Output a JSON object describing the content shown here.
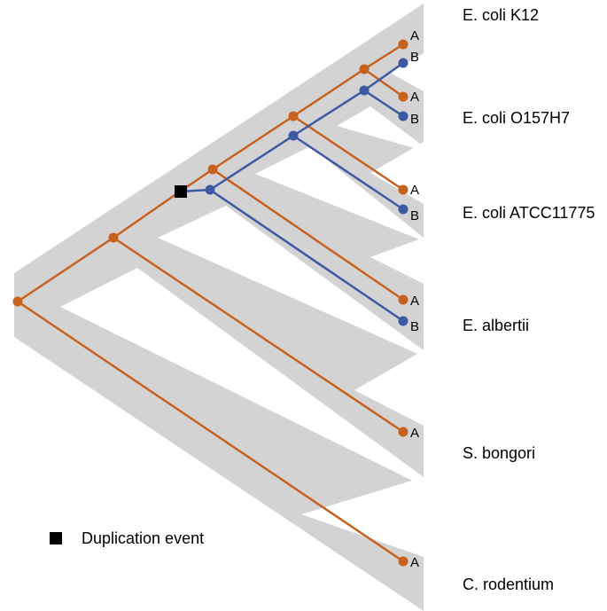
{
  "colors": {
    "species_tree": "#d3d3d3",
    "copy_a": "#c8611e",
    "copy_b": "#3d59a4",
    "duplication_marker": "#000000"
  },
  "species": [
    {
      "id": "k12",
      "label": "E. coli K12"
    },
    {
      "id": "o157",
      "label": "E. coli O157H7"
    },
    {
      "id": "atcc",
      "label": "E. coli ATCC11775"
    },
    {
      "id": "albertii",
      "label": "E. albertii"
    },
    {
      "id": "bongori",
      "label": "S. bongori"
    },
    {
      "id": "rodentium",
      "label": "C. rodentium"
    }
  ],
  "gene_copies": {
    "a": "A",
    "b": "B"
  },
  "legend": {
    "duplication_label": "Duplication event",
    "marker_shape": "square"
  }
}
